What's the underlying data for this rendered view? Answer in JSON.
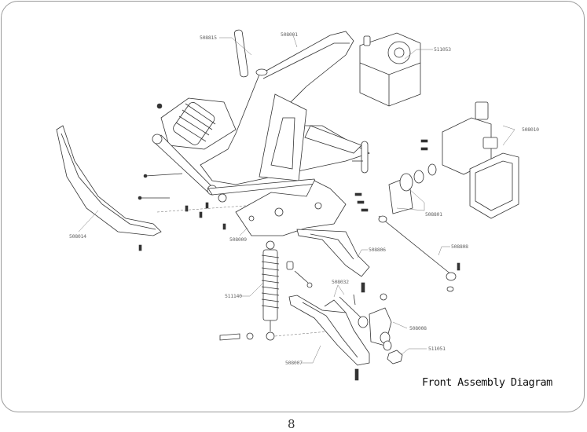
{
  "diagram": {
    "title": "Front Assembly Diagram",
    "page_number": "8",
    "part_labels": [
      {
        "id": "p508815",
        "text": "508815",
        "part": "body-post"
      },
      {
        "id": "p508001",
        "text": "508001",
        "part": "chassis-plate"
      },
      {
        "id": "p511053",
        "text": "511053",
        "part": "receiver-box"
      },
      {
        "id": "p508010",
        "text": "508010",
        "part": "servo-mount"
      },
      {
        "id": "p508014",
        "text": "508014",
        "part": "front-bumper"
      },
      {
        "id": "p508009",
        "text": "508009",
        "part": "shock-tower-bulkhead"
      },
      {
        "id": "p508801",
        "text": "508801",
        "part": "servo-saver"
      },
      {
        "id": "p508806",
        "text": "508806",
        "part": "upper-arm"
      },
      {
        "id": "p508808",
        "text": "508808",
        "part": "steering-link"
      },
      {
        "id": "p508032",
        "text": "508032",
        "part": "hinge-pins"
      },
      {
        "id": "p511140",
        "text": "511140",
        "part": "shock-absorber"
      },
      {
        "id": "p508008",
        "text": "508008",
        "part": "steering-knuckle"
      },
      {
        "id": "p511051",
        "text": "511051",
        "part": "wheel-nut"
      },
      {
        "id": "p508007",
        "text": "508007",
        "part": "lower-arm"
      }
    ]
  }
}
